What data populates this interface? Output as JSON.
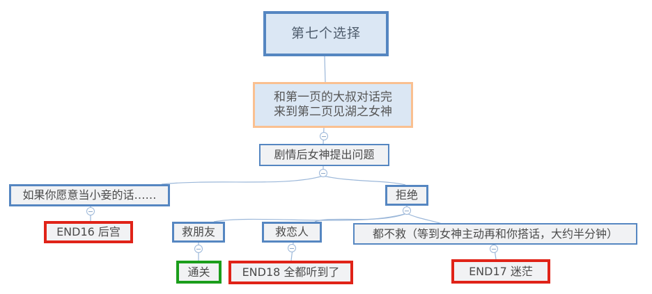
{
  "diagram": {
    "root": {
      "label": "第七个选择"
    },
    "step": {
      "label": "和第一页的大叔对话完\n来到第二页见湖之女神"
    },
    "question": {
      "label": "剧情后女神提出问题"
    },
    "branch_concubine": {
      "label": "如果你愿意当小妾的话……"
    },
    "end16": {
      "label": "END16 后宫"
    },
    "branch_refuse": {
      "label": "拒绝"
    },
    "save_friend": {
      "label": "救朋友"
    },
    "save_lover": {
      "label": "救恋人"
    },
    "save_none": {
      "label": "都不救（等到女神主动再和你搭话，大约半分钟）"
    },
    "pass": {
      "label": "通关"
    },
    "end18": {
      "label": "END18 全都听到了"
    },
    "end17": {
      "label": "END17 迷茫"
    },
    "colors": {
      "node_border_blue": "#5586c1",
      "node_border_orange": "#fac090",
      "node_border_red": "#e02318",
      "node_border_green": "#1b9e1b",
      "node_fill_blue": "#dbe7f4",
      "node_fill_gray": "#f1f2f4",
      "connector_line": "#9bb7d9",
      "text": "#4a4a4a"
    }
  }
}
